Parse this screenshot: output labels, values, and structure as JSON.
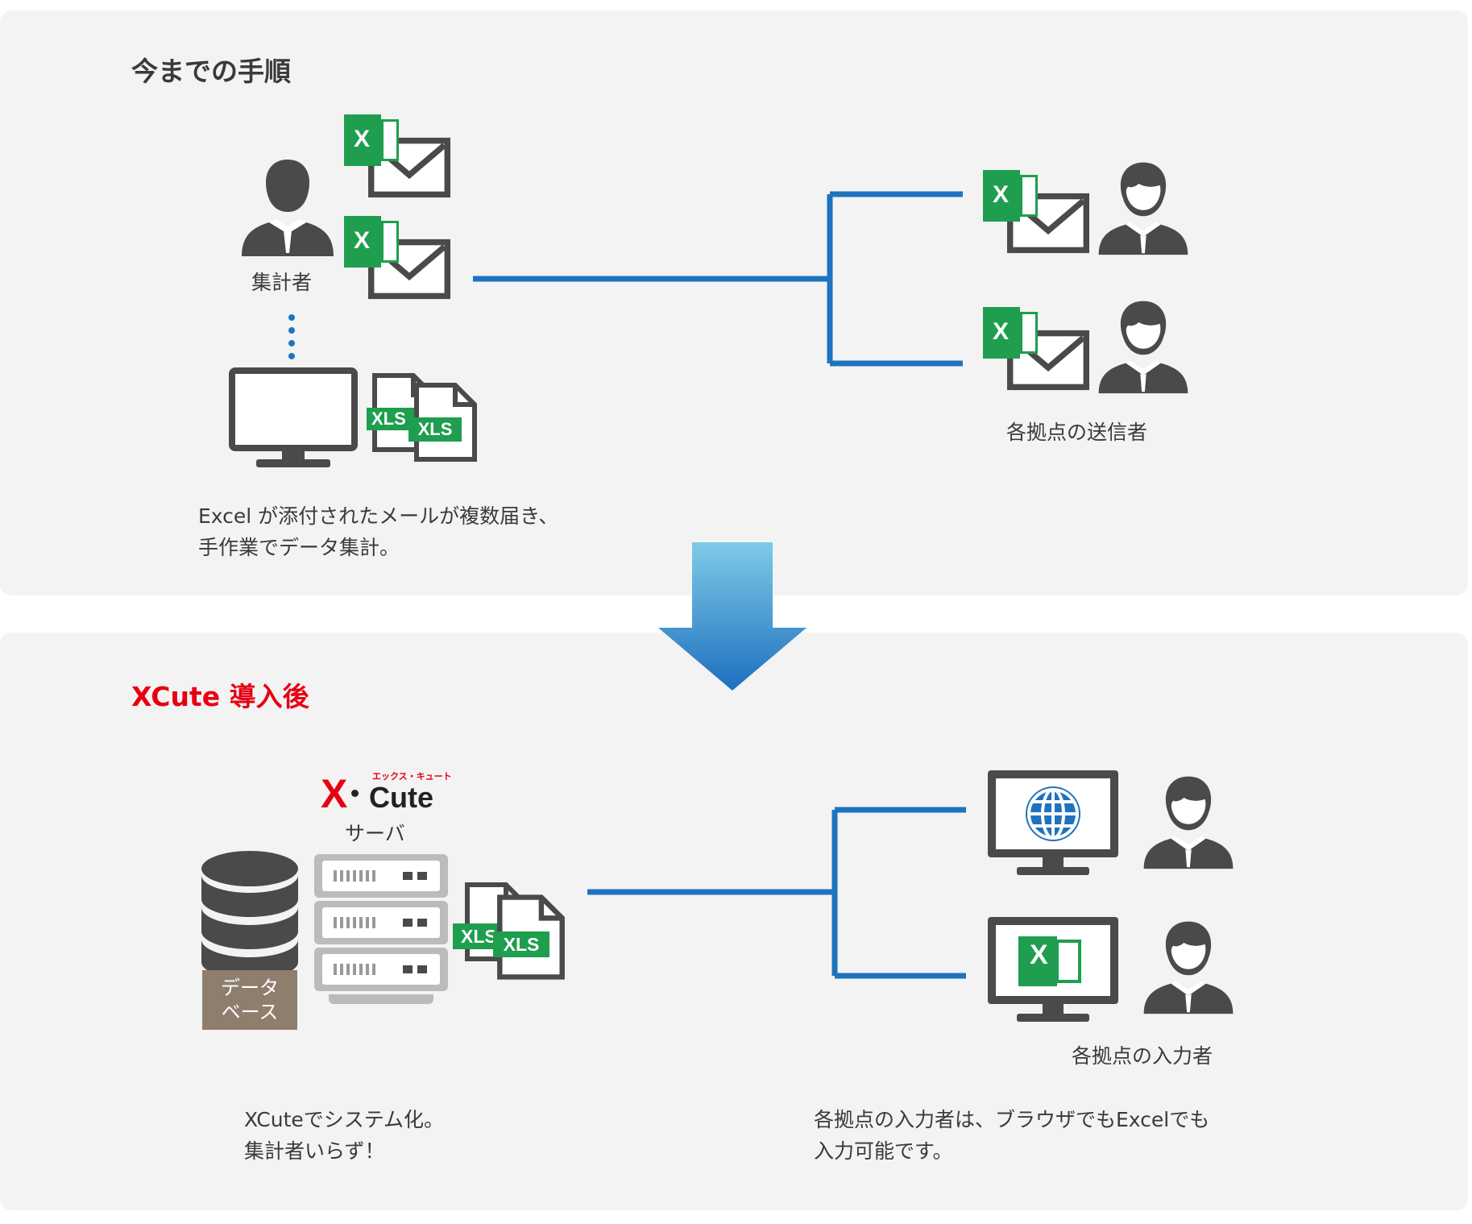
{
  "before": {
    "title": "今までの手順",
    "aggregator_label": "集計者",
    "senders_label": "各拠点の送信者",
    "caption": "Excel が添付されたメールが複数届き、\n手作業でデータ集計。",
    "excel_letter": "X",
    "xls_label": "XLS"
  },
  "after": {
    "title": "XCute 導入後",
    "logo_x": "X",
    "logo_cute": "Cute",
    "logo_kana": "エックス・キュート",
    "server_label": "サーバ",
    "db_label": "データ\nベース",
    "inputters_label": "各拠点の入力者",
    "caption_left": "XCuteでシステム化。\n集計者いらず！",
    "caption_right": "各拠点の入力者は、ブラウザでもExcelでも\n入力可能です。",
    "excel_letter": "X",
    "xls_label": "XLS"
  },
  "colors": {
    "panel_bg": "#f3f3f3",
    "line_blue": "#1e73be",
    "icon_dark": "#4a4a4a",
    "excel_green": "#1e9e4e",
    "title_red": "#e60012",
    "db_brown": "#8e7e6e",
    "arrow_top": "#7ecbe8",
    "arrow_bottom": "#1e6fbf"
  }
}
